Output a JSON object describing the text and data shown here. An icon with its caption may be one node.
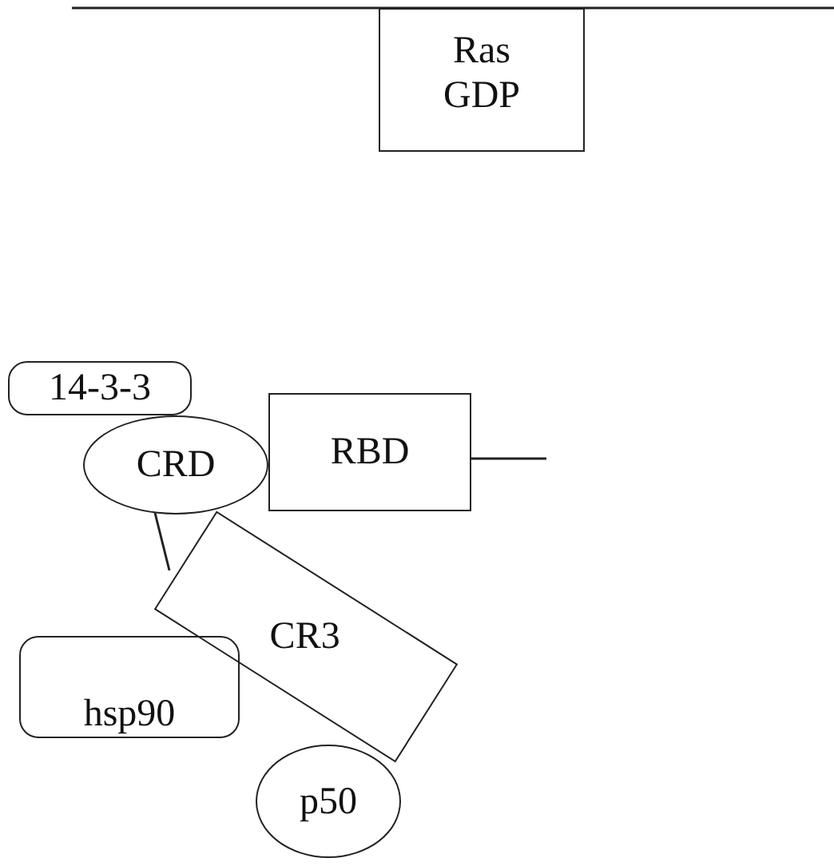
{
  "diagram": {
    "nodes": [
      {
        "text": [
          "Ras GDP"
        ]
      },
      {
        "text": [
          "14-3-3"
        ]
      },
      {
        "text": [
          "CRD"
        ]
      },
      {
        "text": [
          "RBD"
        ]
      },
      {
        "text": [
          "CR3"
        ]
      },
      {
        "text": [
          "hsp90"
        ]
      },
      {
        "text": [
          "p50"
        ]
      }
    ],
    "edges": [
      {
        "from": 2,
        "to": 4,
        "arrow": "none"
      },
      {
        "from": 3,
        "to": null,
        "arrow": "none"
      }
    ]
  }
}
